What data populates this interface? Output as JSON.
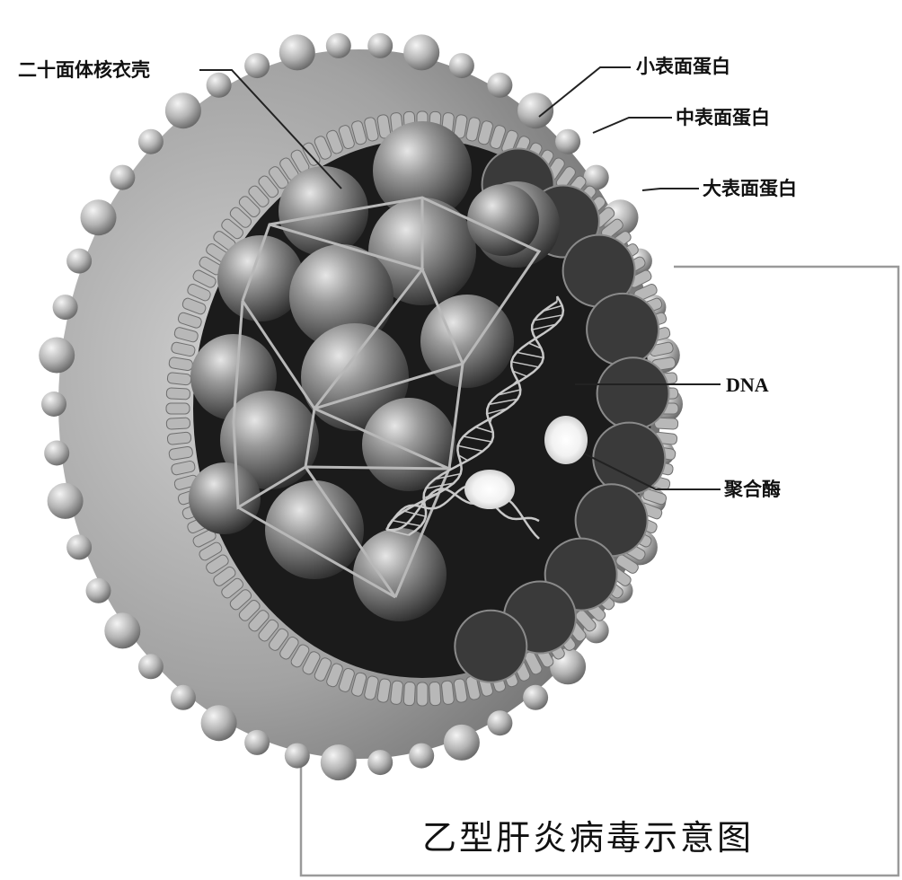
{
  "title": "乙型肝炎病毒示意图",
  "labels": {
    "icosahedral_capsid": "二十面体核衣壳",
    "small_surface_protein": "小表面蛋白",
    "middle_surface_protein": "中表面蛋白",
    "large_surface_protein": "大表面蛋白",
    "dna": "DNA",
    "polymerase": "聚合酶"
  },
  "colors": {
    "background": "#ffffff",
    "envelope": "#9a9a9a",
    "interior": "#1a1a1a",
    "capsomere": "#7c7c7c",
    "caption_frame": "#999999",
    "leader_line": "#222222"
  }
}
